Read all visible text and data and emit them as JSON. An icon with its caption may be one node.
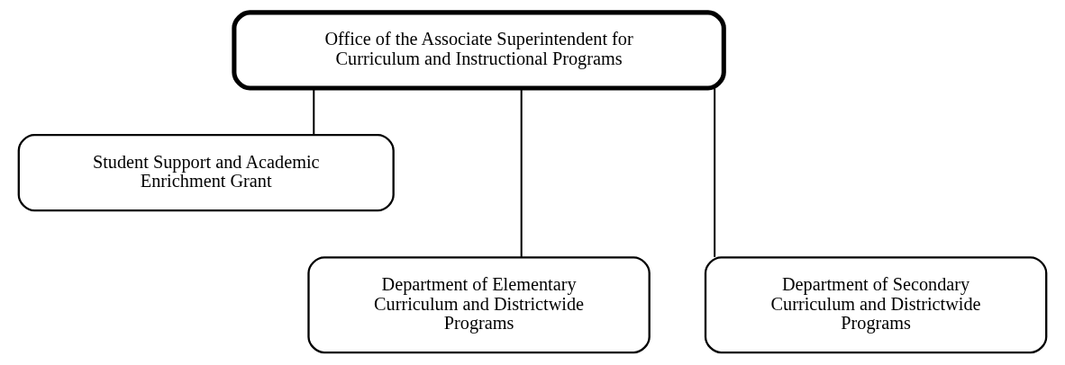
{
  "diagram": {
    "nodes": [
      {
        "text": [
          "Office of the Associate Superintendent for Curriculum and Instructional Programs"
        ]
      },
      {
        "text": [
          "Student Support and Academic Enrichment Grant"
        ]
      },
      {
        "text": [
          "Department of Elementary Curriculum and Districtwide Programs"
        ]
      },
      {
        "text": [
          "Department of Secondary Curriculum and Districtwide Programs"
        ]
      }
    ],
    "edges": [
      {
        "from": 0,
        "to": 1,
        "arrow": "none"
      },
      {
        "from": 0,
        "to": 2,
        "arrow": "none"
      },
      {
        "from": 0,
        "to": 3,
        "arrow": "none"
      }
    ]
  }
}
